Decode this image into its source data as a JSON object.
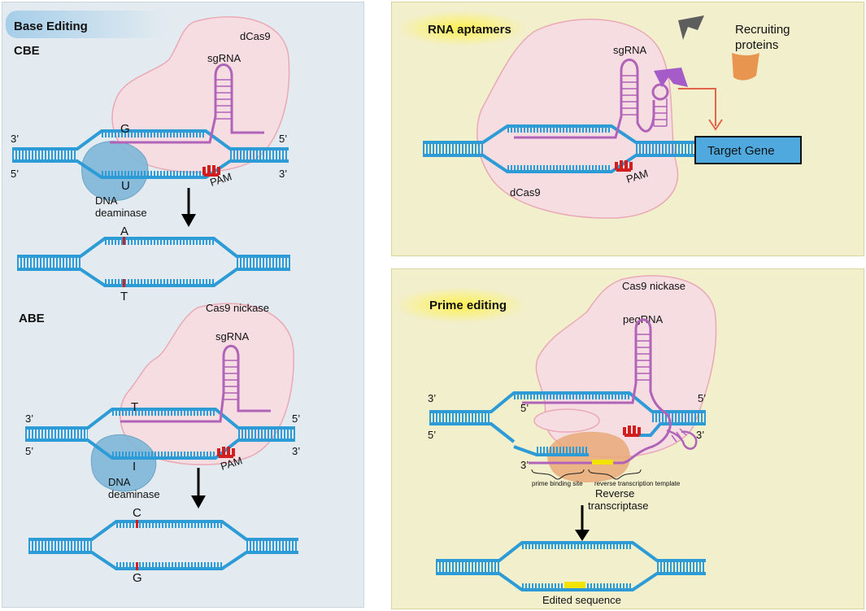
{
  "base_editing": {
    "title": "Base Editing",
    "cbe": {
      "heading": "CBE",
      "protein": "dCas9",
      "rna": "sgRNA",
      "top_left_end": "3’",
      "top_right_end": "5’",
      "bottom_left_end": "5’",
      "bottom_right_end": "3’",
      "target_base": "G",
      "edited_base": "U",
      "pam": "PAM",
      "enzyme_line1": "DNA",
      "enzyme_line2": "deaminase",
      "result_top_base": "A",
      "result_bottom_base": "T"
    },
    "abe": {
      "heading": "ABE",
      "protein": "Cas9 nickase",
      "rna": "sgRNA",
      "top_left_end": "3’",
      "top_right_end": "5’",
      "bottom_left_end": "5’",
      "bottom_right_end": "3’",
      "target_base": "T",
      "edited_base": "I",
      "pam": "PAM",
      "enzyme_line1": "DNA",
      "enzyme_line2": "deaminase",
      "result_top_base": "C",
      "result_bottom_base": "G"
    }
  },
  "rna_aptamers": {
    "title": "RNA aptamers",
    "rna": "sgRNA",
    "recruit_line1": "Recruiting",
    "recruit_line2": "proteins",
    "target": "Target Gene",
    "protein": "dCas9",
    "pam": "PAM"
  },
  "prime_editing": {
    "title": "Prime editing",
    "protein": "Cas9 nickase",
    "rna": "pegRNA",
    "top_left_end": "3’",
    "top_right_end": "5’",
    "bottom_left_end": "5’",
    "bottom_right_end": "3’",
    "inner_5": "5’",
    "inner_3": "3’",
    "pbs_label": "prime binding site",
    "rtt_label": "reverse transcription template",
    "rt_line1": "Reverse",
    "rt_line2": "transcriptase",
    "result_label": "Edited sequence"
  },
  "colors": {
    "dna": "#2c9bd6",
    "rna": "#b163b8",
    "pam": "#d11f1f",
    "cas": "#f6dde2",
    "deaminase": "#7fb8d8",
    "rt": "#e9a978",
    "edit_yellow": "#f2e300",
    "target_box": "#4fa9de",
    "recruit_gray": "#5d5d5d",
    "recruit_orange": "#e8964f",
    "recruit_purple": "#a55cc8",
    "arrow_red": "#e2644a"
  }
}
